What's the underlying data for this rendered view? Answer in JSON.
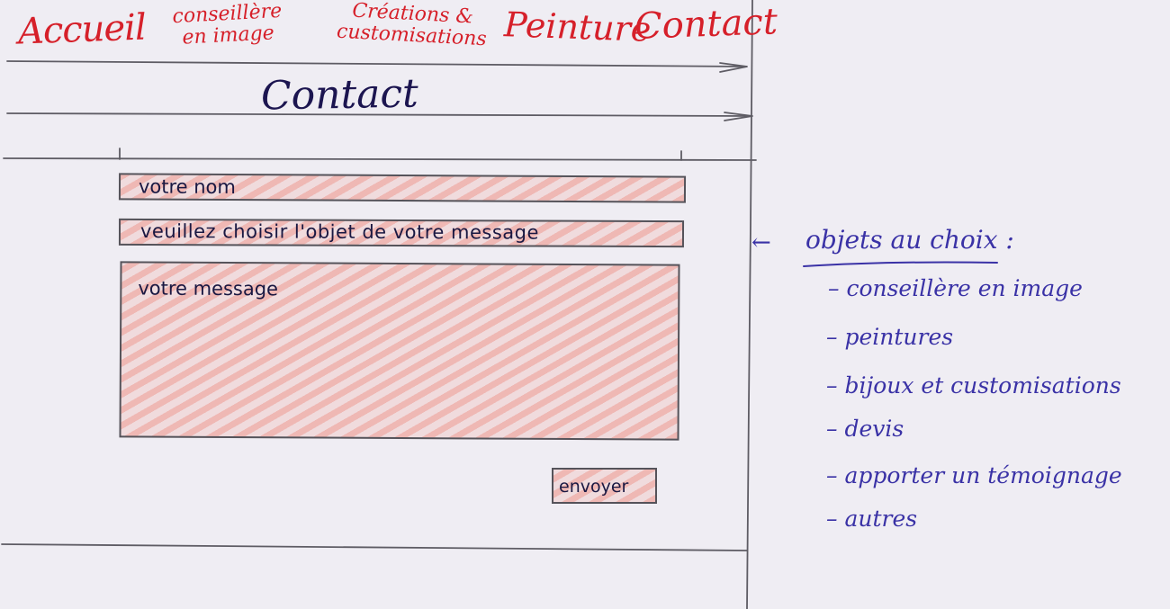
{
  "nav": {
    "accueil": "Accueil",
    "conseillere_line1": "conseillère",
    "conseillere_line2": "en image",
    "creations_line1": "Créations &",
    "creations_line2": "customisations",
    "peinture": "Peinture",
    "contact": "Contact"
  },
  "page": {
    "title": "Contact"
  },
  "form": {
    "name_placeholder": "votre nom",
    "subject_placeholder": "veuillez choisir  l'objet de votre message",
    "message_placeholder": "votre message",
    "send_label": "envoyer"
  },
  "annotation": {
    "arrow": "←",
    "title": "objets au choix :",
    "options": [
      "– conseillère en image",
      "– peintures",
      "– bijoux et customisations",
      "– devis",
      "– apporter un témoignage",
      "– autres"
    ]
  },
  "colors": {
    "nav_red": "#d6202a",
    "title_ink": "#1c1550",
    "annotation_blue": "#3a32a6",
    "hatch_pink": "#ee968c",
    "paper": "#efedf3"
  }
}
